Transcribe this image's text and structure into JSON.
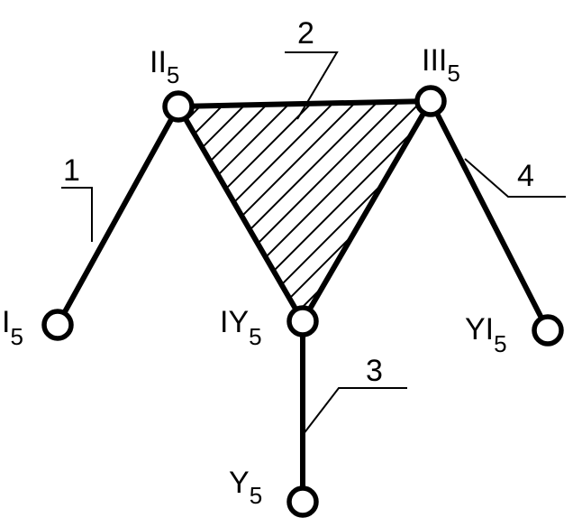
{
  "nodes": [
    {
      "id": "II",
      "label": "II",
      "sub": "5"
    },
    {
      "id": "III",
      "label": "III",
      "sub": "5"
    },
    {
      "id": "I",
      "label": "I",
      "sub": "5"
    },
    {
      "id": "IY",
      "label": "IY",
      "sub": "5"
    },
    {
      "id": "YI",
      "label": "YI",
      "sub": "5"
    },
    {
      "id": "Y",
      "label": "Y",
      "sub": "5"
    }
  ],
  "members": [
    {
      "number": "1",
      "from": "I",
      "to": "II"
    },
    {
      "number": "2",
      "type": "triangle-plate",
      "vertices": [
        "II",
        "III",
        "IY"
      ]
    },
    {
      "number": "3",
      "from": "IY",
      "to": "Y"
    },
    {
      "number": "4",
      "from": "III",
      "to": "YI"
    }
  ]
}
